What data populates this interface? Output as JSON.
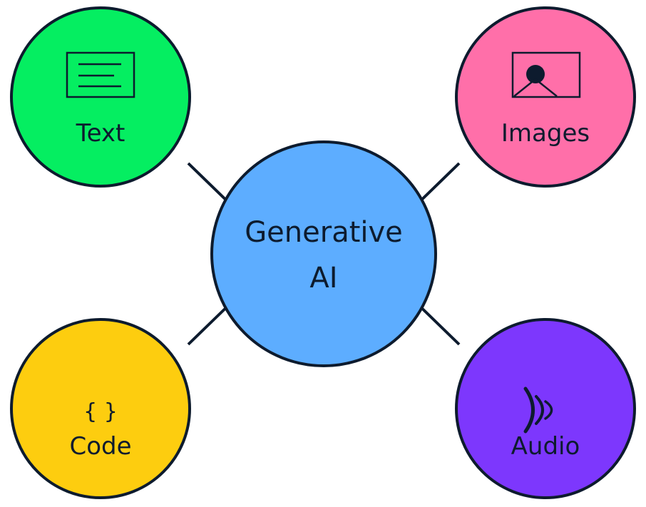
{
  "center": {
    "line1": "Generative",
    "line2": "AI",
    "color": "#5dadff"
  },
  "nodes": {
    "text": {
      "label": "Text",
      "color": "#05ee61",
      "icon": "document-lines-icon"
    },
    "images": {
      "label": "Images",
      "color": "#ff6fa9",
      "icon": "picture-icon"
    },
    "code": {
      "label": "Code",
      "glyph": "{ }",
      "color": "#fdcd0f",
      "icon": "curly-braces-icon"
    },
    "audio": {
      "label": "Audio",
      "color": "#7d37fd",
      "icon": "sound-waves-icon"
    }
  },
  "stroke_color": "#0d1b2e"
}
